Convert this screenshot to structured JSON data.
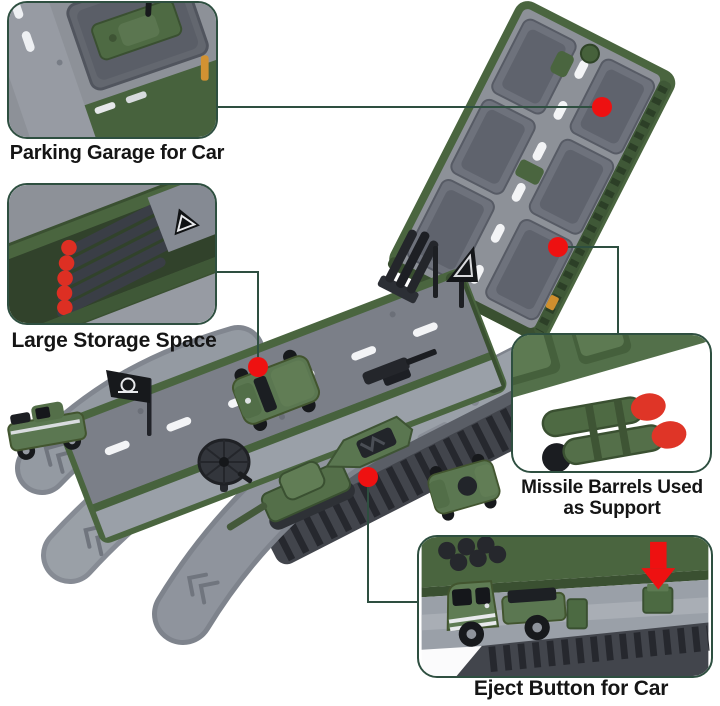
{
  "colors": {
    "callout_border": "#2e4f40",
    "leader_line": "#2e4f40",
    "marker_red": "#ee1111",
    "arrow_red": "#ee1111",
    "label_text": "#151515",
    "page_bg": "#ffffff",
    "army_green": "#54704b",
    "army_green_dark": "#3a5031",
    "tray_gray": "#8d9198",
    "road_gray": "#7b7f88",
    "tread_dark": "#42454c"
  },
  "callouts": [
    {
      "id": "parking-garage",
      "label": "Parking Garage for Car",
      "marker": "red-dot"
    },
    {
      "id": "large-storage",
      "label": "Large Storage Space",
      "marker": "red-dot"
    },
    {
      "id": "missile-support",
      "label": "Missile Barrels Used\nas Support",
      "marker": "red-dot"
    },
    {
      "id": "eject-button",
      "label": "Eject Button for Car",
      "marker": "red-dot",
      "icon": "red-arrow-down"
    }
  ],
  "icons": {
    "marker": "red-dot",
    "eject_arrow": "red-arrow-down",
    "flag": "pirate-flag",
    "sign": "warning-triangle",
    "dish": "satellite-dish"
  }
}
